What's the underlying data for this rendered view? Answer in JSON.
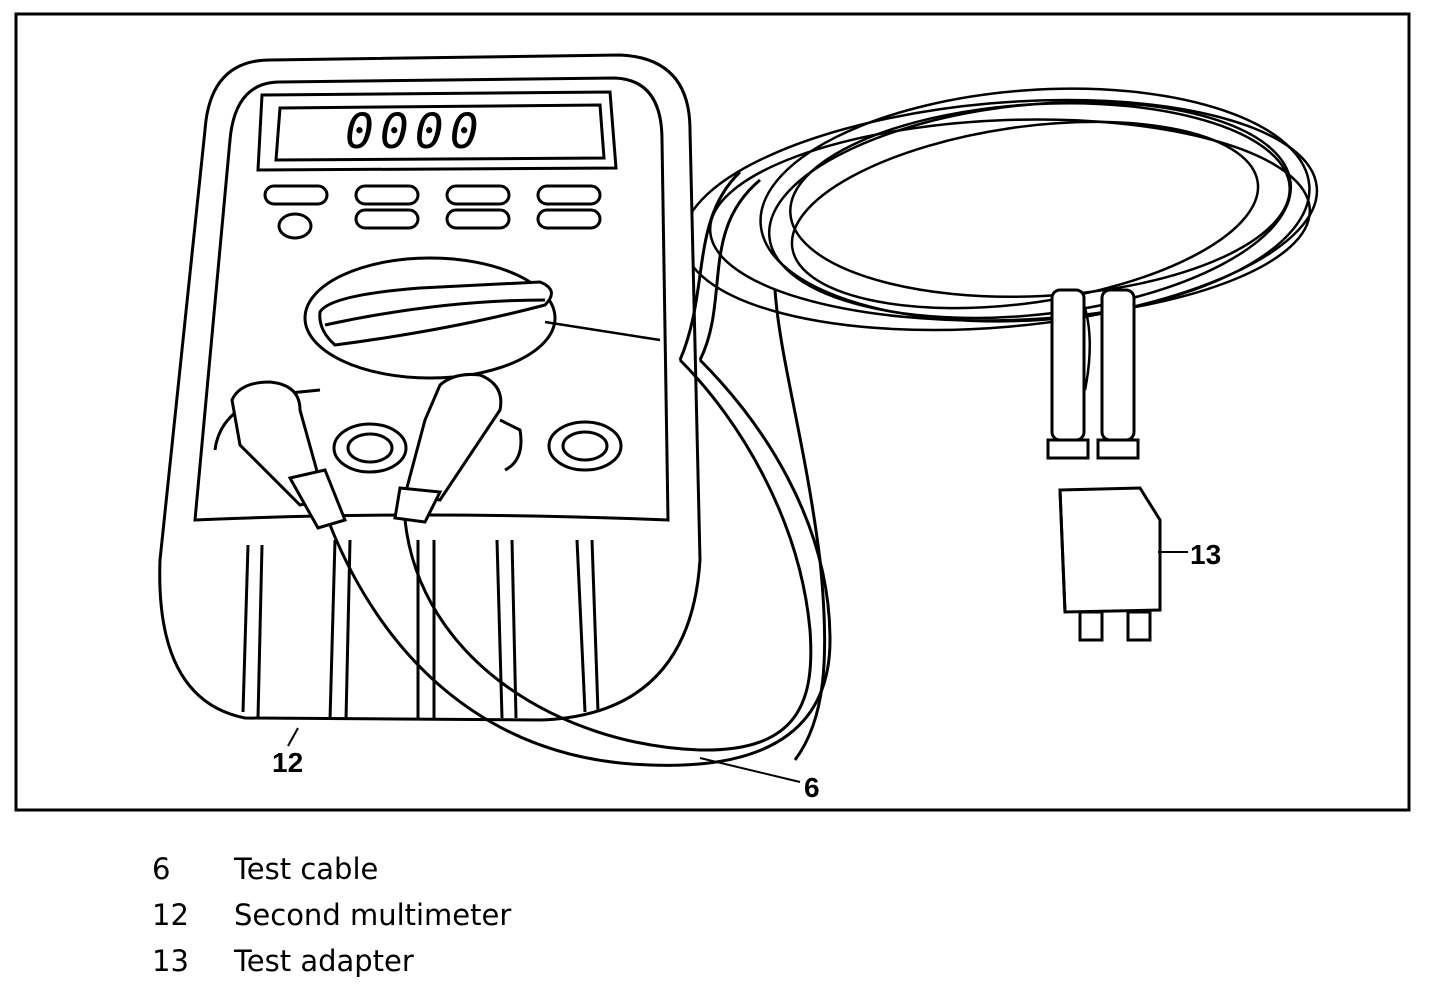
{
  "display": {
    "reading": "0000"
  },
  "callouts": {
    "c12": "12",
    "c6": "6",
    "c13": "13"
  },
  "legend": [
    {
      "number": "6",
      "label": "Test cable"
    },
    {
      "number": "12",
      "label": "Second multimeter"
    },
    {
      "number": "13",
      "label": "Test adapter"
    }
  ]
}
